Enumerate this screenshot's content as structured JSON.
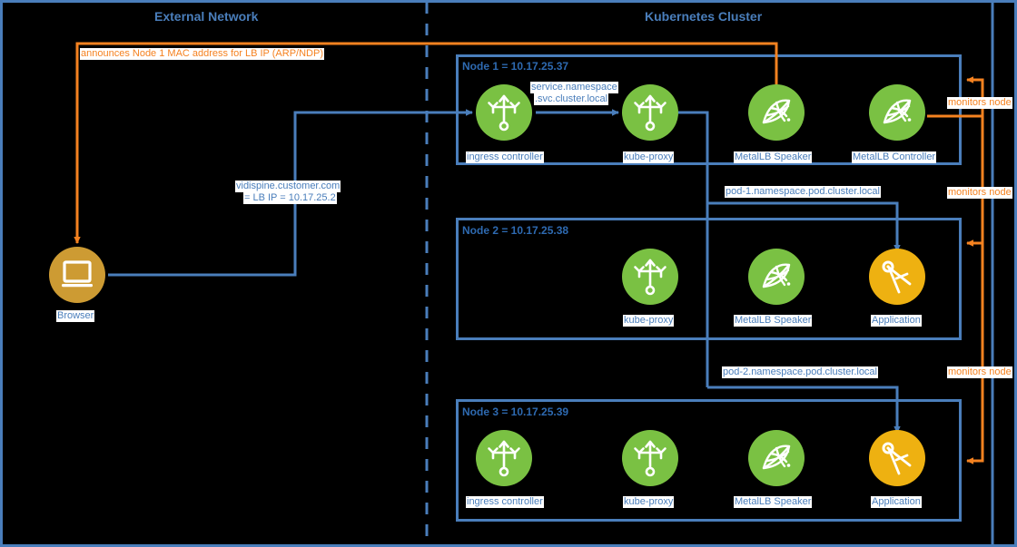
{
  "diagram": {
    "title_left": "External Network",
    "title_right": "Kubernetes Cluster",
    "colors": {
      "blue_line": "#4a7ebb",
      "blue_text": "#4a7ebb",
      "node_title": "#2e6ab1",
      "orange": "#f58220",
      "green_icon": "#7ac143",
      "gold_icon": "#eeb111",
      "brown_icon": "#cd9b33",
      "background": "#000000"
    }
  },
  "external": {
    "announce_label": "announces Node 1 MAC address for LB IP (ARP/NDP)",
    "browser_label": "Browser",
    "lb_label_line1": "vidispine.customer.com",
    "lb_label_line2": "= LB IP = 10.17.25.2"
  },
  "cluster": {
    "service_dns_line1": "service.namespace",
    "service_dns_line2": ".svc.cluster.local",
    "pod1_dns": "pod-1.namespace.pod.cluster.local",
    "pod2_dns": "pod-2.namespace.pod.cluster.local",
    "monitors": [
      "monitors node",
      "monitors node",
      "monitors node"
    ],
    "nodes": [
      {
        "title": "Node 1 = 10.17.25.37",
        "components": [
          {
            "label": "ingress controller",
            "icon": "ingress-controller-icon",
            "color": "green"
          },
          {
            "label": "kube-proxy",
            "icon": "kube-proxy-icon",
            "color": "green"
          },
          {
            "label": "MetalLB Speaker",
            "icon": "metallb-speaker-icon",
            "color": "green"
          },
          {
            "label": "MetalLB Controller",
            "icon": "metallb-controller-icon",
            "color": "green"
          }
        ]
      },
      {
        "title": "Node 2 = 10.17.25.38",
        "components": [
          {
            "label": "kube-proxy",
            "icon": "kube-proxy-icon",
            "color": "green"
          },
          {
            "label": "MetalLB Speaker",
            "icon": "metallb-speaker-icon",
            "color": "green"
          },
          {
            "label": "Application",
            "icon": "application-icon",
            "color": "gold"
          }
        ]
      },
      {
        "title": "Node 3 = 10.17.25.39",
        "components": [
          {
            "label": "ingress controller",
            "icon": "ingress-controller-icon",
            "color": "green"
          },
          {
            "label": "kube-proxy",
            "icon": "kube-proxy-icon",
            "color": "green"
          },
          {
            "label": "MetalLB Speaker",
            "icon": "metallb-speaker-icon",
            "color": "green"
          },
          {
            "label": "Application",
            "icon": "application-icon",
            "color": "gold"
          }
        ]
      }
    ]
  }
}
